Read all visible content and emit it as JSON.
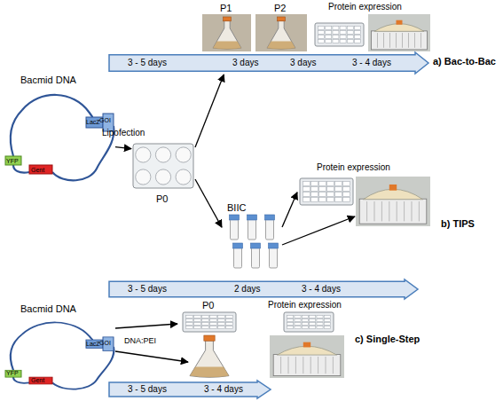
{
  "diagram": {
    "nodes": [
      {
        "text": [
          "Bacmid DNA"
        ]
      },
      {
        "text": [
          "P0"
        ]
      },
      {
        "text": [
          "P1"
        ]
      },
      {
        "text": [
          "P2"
        ]
      },
      {
        "text": [
          "Protein expression"
        ]
      },
      {
        "text": [
          "3 - 5 days",
          "3 days",
          "3 days",
          "3 - 4 days"
        ]
      },
      {
        "text": [
          "BIIC"
        ]
      },
      {
        "text": [
          "Protein expression"
        ]
      },
      {
        "text": [
          "3 - 5 days",
          "2 days",
          "3 - 4 days"
        ]
      },
      {
        "text": [
          "Bacmid DNA"
        ]
      },
      {
        "text": [
          "P0"
        ]
      },
      {
        "text": [
          "Protein expression"
        ]
      },
      {
        "text": [
          "3 - 5 days",
          "3 - 4 days"
        ]
      }
    ],
    "edges": [
      {
        "from": 0,
        "to": 1,
        "label": "Lipofection",
        "arrow": "to"
      },
      {
        "from": 1,
        "to": 5,
        "arrow": "to"
      },
      {
        "from": 1,
        "to": 6,
        "arrow": "to"
      },
      {
        "from": 6,
        "to": 7,
        "arrow": "to"
      },
      {
        "from": 9,
        "to": 10,
        "arrow": "to"
      }
    ],
    "labels": [
      "a) Bac-to-Bac",
      "b) TIPS",
      "c) Single-Step",
      "DNA:PEI",
      "LacZ",
      "GOI",
      "YFP",
      "Gent",
      "LacZ",
      "GOI",
      "YFP",
      "Gent"
    ]
  }
}
